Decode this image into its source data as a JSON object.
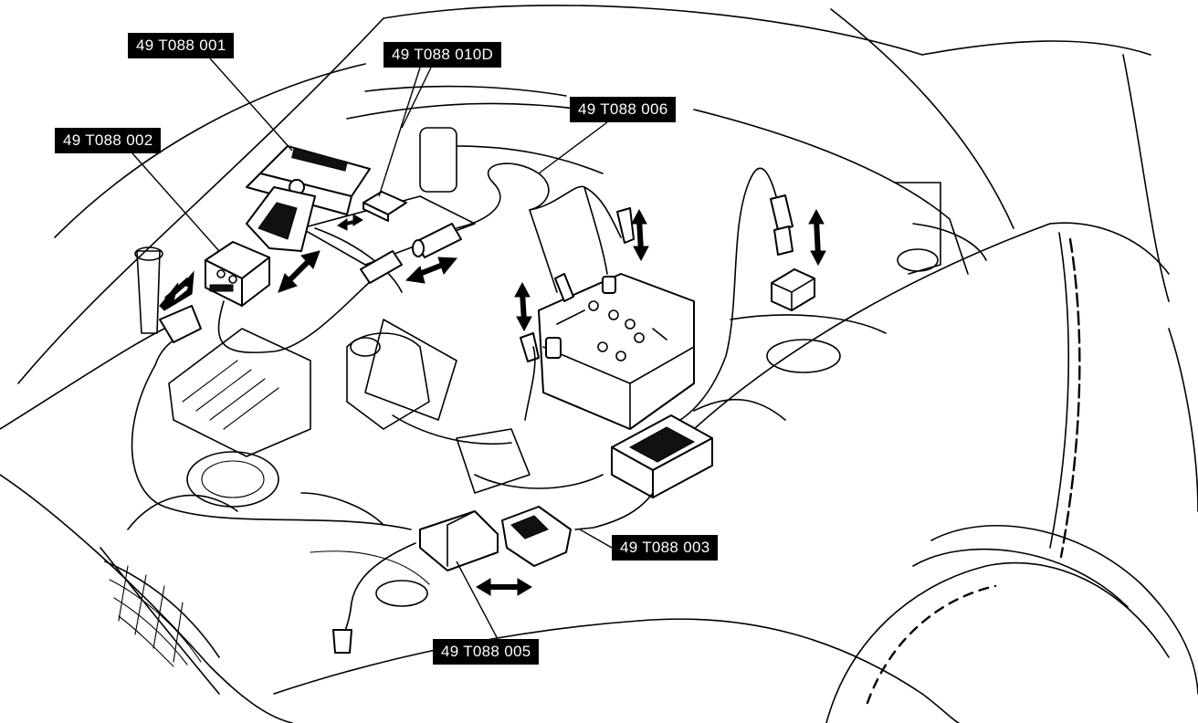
{
  "figure": {
    "callouts": [
      {
        "id": "c001",
        "text": "49 T088 001"
      },
      {
        "id": "c010d",
        "text": "49 T088 010D"
      },
      {
        "id": "c006",
        "text": "49 T088 006"
      },
      {
        "id": "c002",
        "text": "49 T088 002"
      },
      {
        "id": "c003",
        "text": "49 T088 003"
      },
      {
        "id": "c005",
        "text": "49 T088 005"
      }
    ]
  }
}
